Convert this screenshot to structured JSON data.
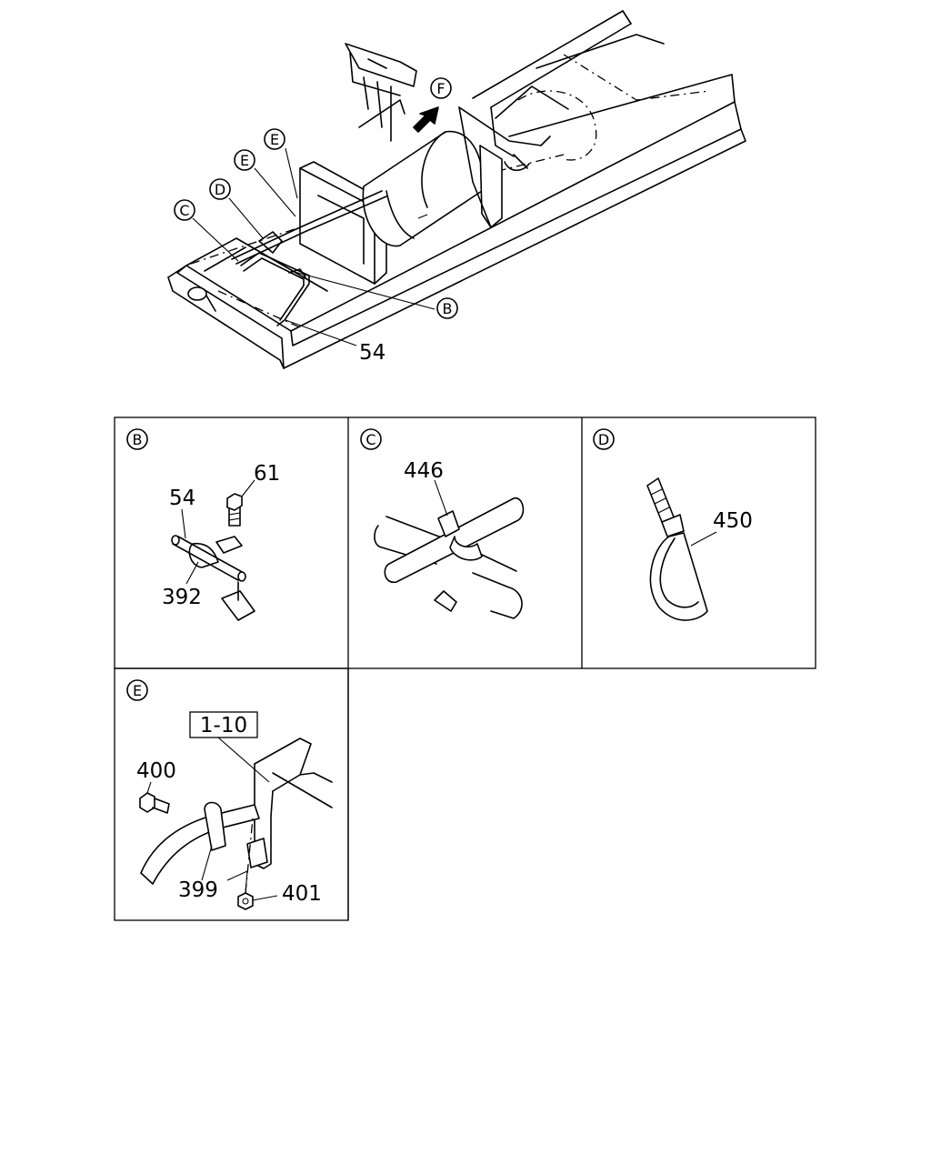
{
  "overview": {
    "callouts": {
      "F": "F",
      "E1": "E",
      "E2": "E",
      "D": "D",
      "C": "C",
      "B": "B"
    },
    "part_54": "54"
  },
  "details": {
    "B": {
      "letter": "B",
      "parts": {
        "p61": "61",
        "p54": "54",
        "p392": "392"
      }
    },
    "C": {
      "letter": "C",
      "parts": {
        "p446": "446"
      }
    },
    "D": {
      "letter": "D",
      "parts": {
        "p450": "450"
      }
    },
    "E": {
      "letter": "E",
      "parts": {
        "ref": "1-10",
        "p400": "400",
        "p399": "399",
        "p401": "401"
      }
    }
  }
}
